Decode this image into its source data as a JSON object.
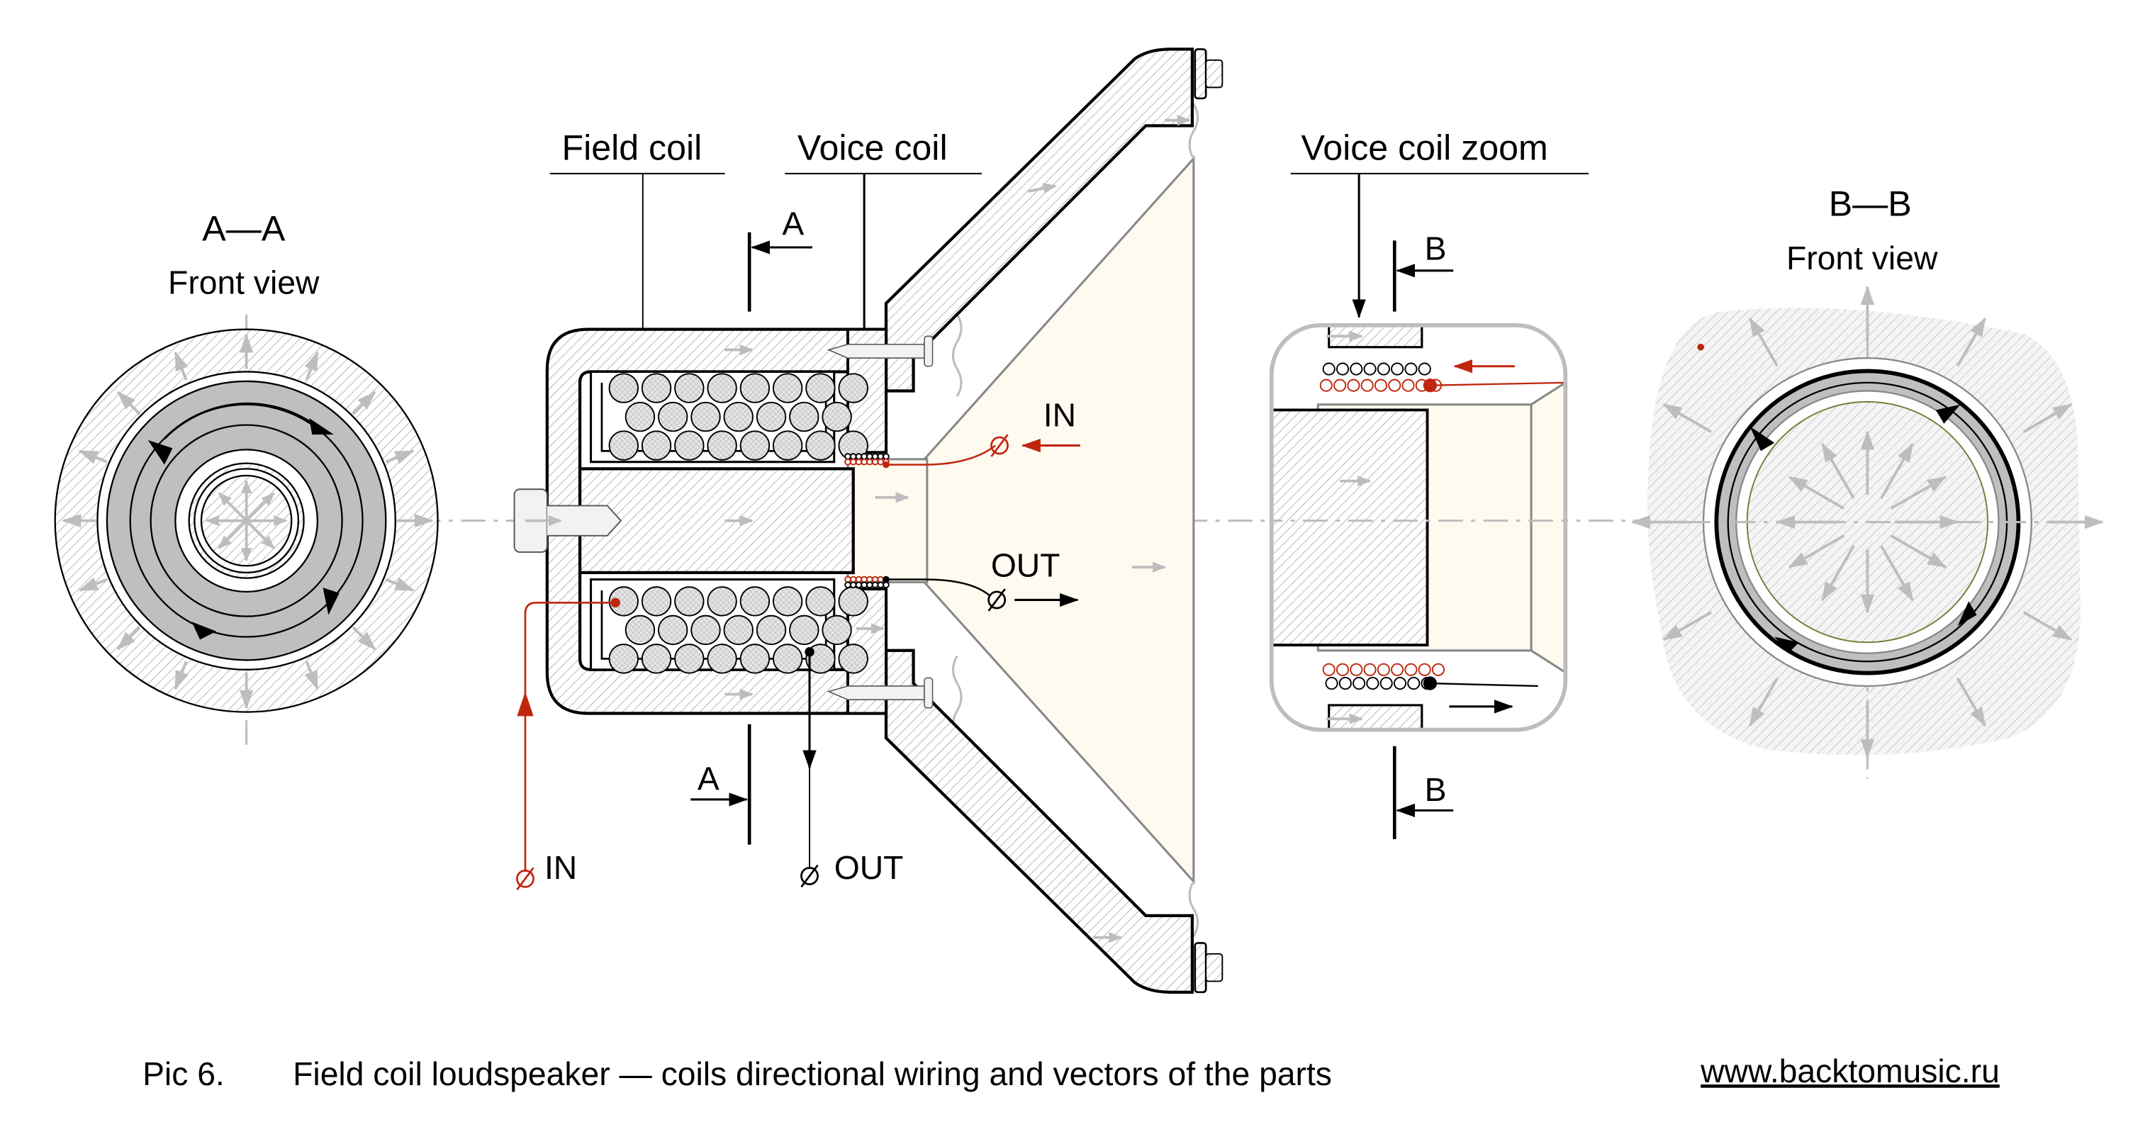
{
  "figure": {
    "caption": {
      "number": "Pic 6.",
      "text": "Field coil loudspeaker — coils directional wiring and vectors of the parts",
      "website": "www.backtomusic.ru"
    },
    "views": {
      "section_aa": {
        "title": "A—A",
        "subtitle": "Front view"
      },
      "section_bb": {
        "title": "B—B",
        "subtitle": "Front view"
      }
    },
    "callouts": {
      "field_coil": "Field coil",
      "voice_coil": "Voice coil",
      "voice_coil_zoom": "Voice coil zoom"
    },
    "section_marks": {
      "a_top": "A",
      "a_bottom": "A",
      "b_top": "B",
      "b_bottom": "B"
    },
    "terminals": {
      "voice_in": "IN",
      "voice_out": "OUT",
      "field_in": "IN",
      "field_out": "OUT"
    },
    "colors": {
      "wire_in": "#c0260e",
      "wire_out": "#000000",
      "cone_fill": "#fffaf0",
      "vector_arrows": "#bdbdbd",
      "coil_fill": "#bfbfbf"
    }
  }
}
